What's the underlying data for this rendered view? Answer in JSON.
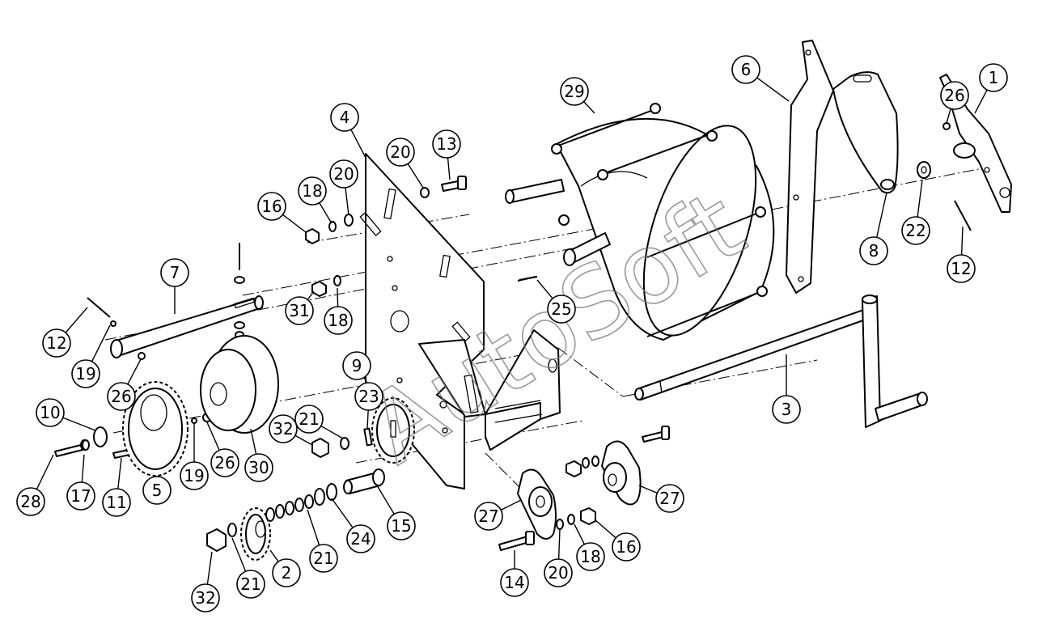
{
  "watermark": {
    "text": "AutoSoft"
  },
  "corner_mark": "",
  "callouts": [
    {
      "id": "c1",
      "label": "1"
    },
    {
      "id": "c2",
      "label": "2"
    },
    {
      "id": "c3",
      "label": "3"
    },
    {
      "id": "c4",
      "label": "4"
    },
    {
      "id": "c5",
      "label": "5"
    },
    {
      "id": "c6",
      "label": "6"
    },
    {
      "id": "c7",
      "label": "7"
    },
    {
      "id": "c8",
      "label": "8"
    },
    {
      "id": "c9",
      "label": "9"
    },
    {
      "id": "c10",
      "label": "10"
    },
    {
      "id": "c11",
      "label": "11"
    },
    {
      "id": "c12a",
      "label": "12"
    },
    {
      "id": "c12b",
      "label": "12"
    },
    {
      "id": "c13",
      "label": "13"
    },
    {
      "id": "c14",
      "label": "14"
    },
    {
      "id": "c15",
      "label": "15"
    },
    {
      "id": "c16a",
      "label": "16"
    },
    {
      "id": "c16b",
      "label": "16"
    },
    {
      "id": "c17",
      "label": "17"
    },
    {
      "id": "c18a",
      "label": "18"
    },
    {
      "id": "c18b",
      "label": "18"
    },
    {
      "id": "c18c",
      "label": "18"
    },
    {
      "id": "c19a",
      "label": "19"
    },
    {
      "id": "c19b",
      "label": "19"
    },
    {
      "id": "c20a",
      "label": "20"
    },
    {
      "id": "c20b",
      "label": "20"
    },
    {
      "id": "c20c",
      "label": "20"
    },
    {
      "id": "c21a",
      "label": "21"
    },
    {
      "id": "c21b",
      "label": "21"
    },
    {
      "id": "c21c",
      "label": "21"
    },
    {
      "id": "c22",
      "label": "22"
    },
    {
      "id": "c23",
      "label": "23"
    },
    {
      "id": "c24",
      "label": "24"
    },
    {
      "id": "c25",
      "label": "25"
    },
    {
      "id": "c26a",
      "label": "26"
    },
    {
      "id": "c26b",
      "label": "26"
    },
    {
      "id": "c26c",
      "label": "26"
    },
    {
      "id": "c27a",
      "label": "27"
    },
    {
      "id": "c27b",
      "label": "27"
    },
    {
      "id": "c28",
      "label": "28"
    },
    {
      "id": "c29",
      "label": "29"
    },
    {
      "id": "c30",
      "label": "30"
    },
    {
      "id": "c31",
      "label": "31"
    },
    {
      "id": "c32a",
      "label": "32"
    },
    {
      "id": "c32b",
      "label": "32"
    }
  ]
}
